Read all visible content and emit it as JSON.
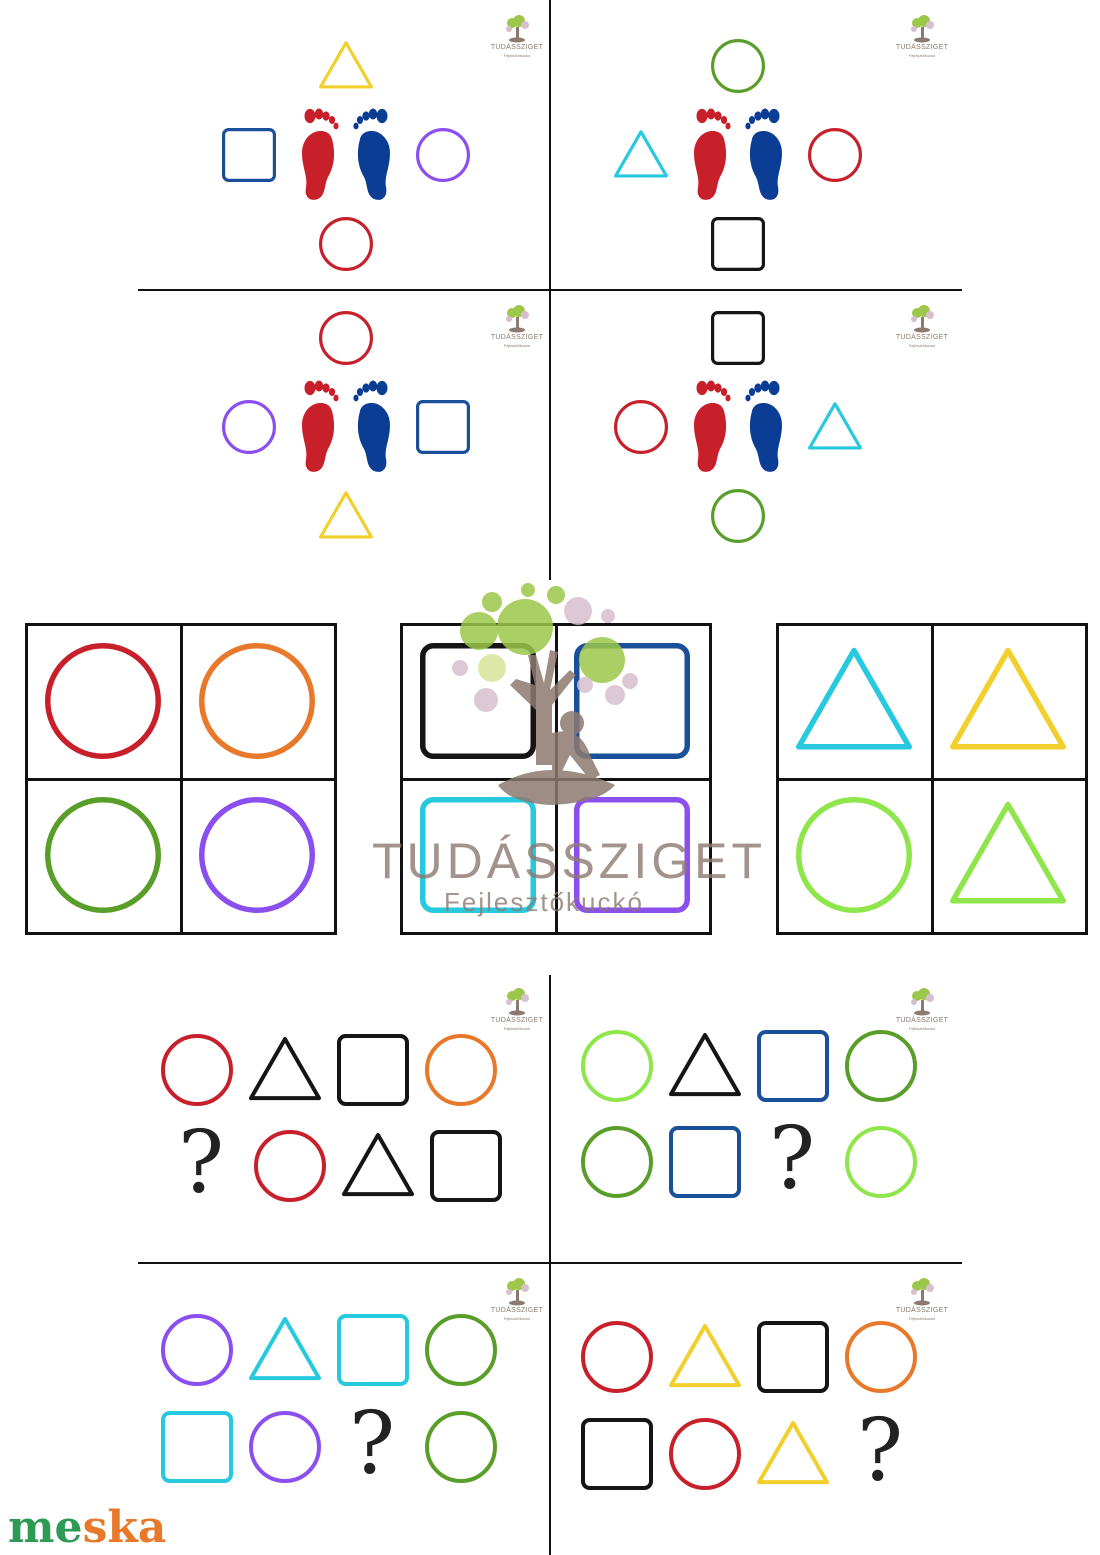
{
  "worksheet": {
    "logo_title": "TUDÁSSZIGET",
    "logo_subtitle": "Fejlesztőkuckó",
    "question_mark": "?",
    "brand_word_1": "me",
    "brand_word_2": "ska"
  },
  "colors": {
    "red": "#c8202a",
    "orange": "#e8792b",
    "green": "#5a9e2a",
    "lime": "#8ee64a",
    "purple": "#8b4ff0",
    "blue": "#1a4f9a",
    "cyan": "#27c9df",
    "yellow": "#f2cf2c",
    "black": "#151515",
    "foot_red": "#c8202a",
    "foot_blue": "#0b3d95"
  },
  "foot_cards": [
    {
      "top": "triangle-yellow",
      "left": "square-blue",
      "right": "circle-purple",
      "bottom": "circle-red"
    },
    {
      "top": "circle-green",
      "left": "triangle-cyan",
      "right": "circle-red",
      "bottom": "square-black"
    },
    {
      "top": "circle-red",
      "left": "circle-purple",
      "right": "square-blue",
      "bottom": "triangle-yellow"
    },
    {
      "top": "square-black",
      "left": "circle-red",
      "right": "triangle-cyan",
      "bottom": "circle-green"
    }
  ],
  "grids": [
    [
      "circle-red",
      "circle-orange",
      "circle-green",
      "circle-purple"
    ],
    [
      "square-black",
      "square-blue",
      "square-cyan",
      "square-purple"
    ],
    [
      "triangle-cyan",
      "triangle-yellow",
      "circle-lime",
      "triangle-lime"
    ]
  ],
  "sequences": [
    {
      "row1": [
        "circle-red",
        "triangle-black",
        "square-black",
        "circle-orange"
      ],
      "row2": [
        "?",
        "circle-red",
        "triangle-black",
        "square-black"
      ]
    },
    {
      "row1": [
        "circle-lime",
        "triangle-black",
        "square-blue",
        "circle-green"
      ],
      "row2": [
        "circle-green",
        "square-blue",
        "?",
        "circle-lime"
      ]
    },
    {
      "row1": [
        "circle-purple",
        "triangle-cyan",
        "square-cyan",
        "circle-green"
      ],
      "row2": [
        "square-cyan",
        "circle-purple",
        "?",
        "circle-green"
      ]
    },
    {
      "row1": [
        "circle-red",
        "triangle-yellow",
        "square-black",
        "circle-orange"
      ],
      "row2": [
        "square-black",
        "circle-red",
        "triangle-yellow",
        "?"
      ]
    }
  ]
}
